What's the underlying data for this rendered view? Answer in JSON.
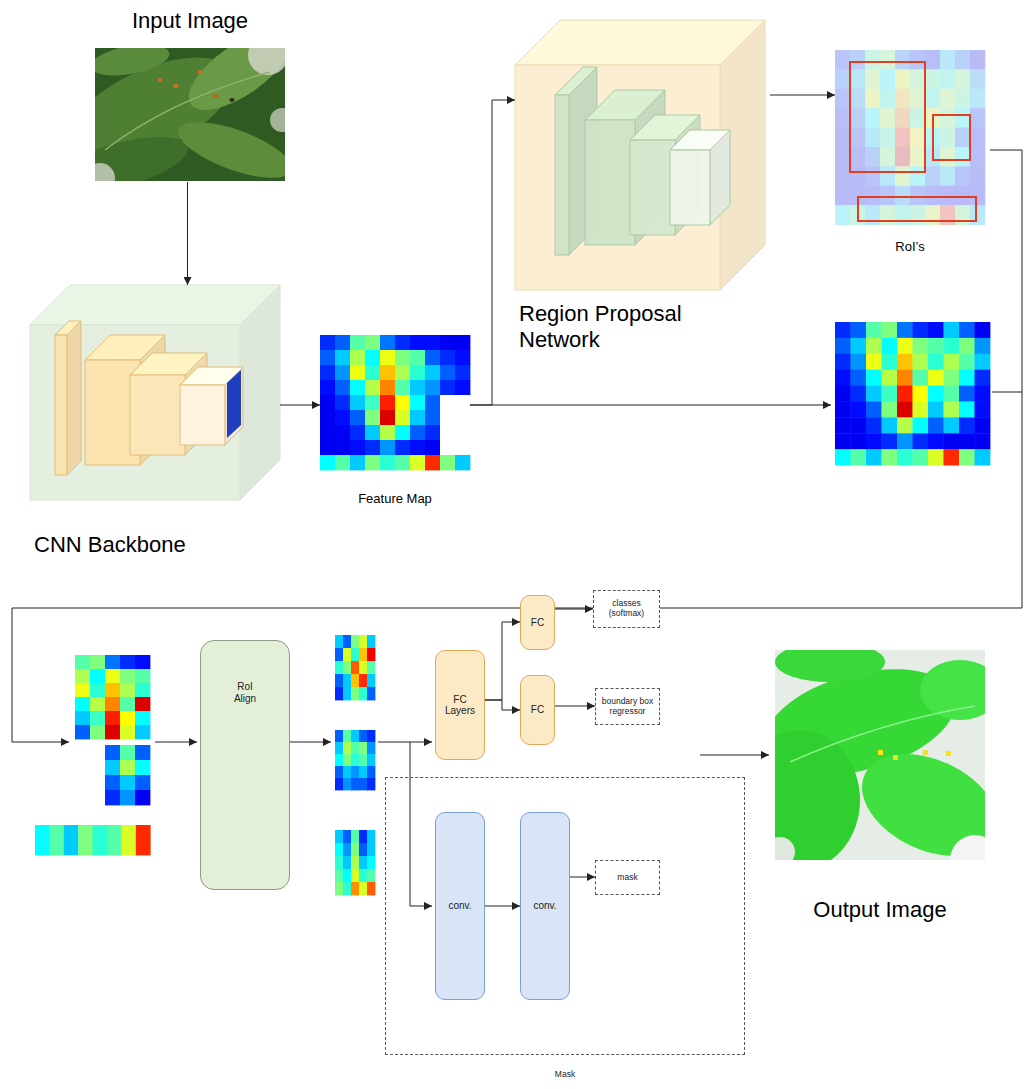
{
  "diagram": {
    "nodes": [
      {
        "text": [
          "Input Image"
        ]
      },
      {
        "text": [
          "CNN Backbone"
        ]
      },
      {
        "text": [
          "Feature Map"
        ]
      },
      {
        "text": [
          "Region Proposal Network"
        ]
      },
      {
        "text": [
          "RoI’s"
        ]
      },
      {
        "text": [
          "RoI Align"
        ]
      },
      {
        "text": [
          "FC Layers"
        ]
      },
      {
        "text": [
          "FC"
        ]
      },
      {
        "text": [
          "FC"
        ]
      },
      {
        "text": [
          "classes (softmax)"
        ]
      },
      {
        "text": [
          "boundary box regressor"
        ]
      },
      {
        "text": [
          "Mask"
        ]
      },
      {
        "text": [
          "conv."
        ],
        "in": 11
      },
      {
        "text": [
          "conv."
        ],
        "in": 11
      },
      {
        "text": [
          "mask"
        ],
        "in": 11
      },
      {
        "text": [
          "Output Image"
        ]
      }
    ],
    "edges": [
      {
        "from": 0,
        "to": 1,
        "arrow": "to"
      },
      {
        "from": 1,
        "to": 2,
        "arrow": "to"
      },
      {
        "from": 2,
        "to": 3,
        "arrow": "to"
      },
      {
        "from": 3,
        "to": 4,
        "arrow": "to"
      },
      {
        "from": 6,
        "to": 7,
        "arrow": "to"
      },
      {
        "from": 6,
        "to": 8,
        "arrow": "to"
      },
      {
        "from": 7,
        "to": 9,
        "arrow": "to"
      },
      {
        "from": 8,
        "to": 10,
        "arrow": "to"
      },
      {
        "from": 12,
        "to": 13,
        "arrow": "to"
      },
      {
        "from": 13,
        "to": 14,
        "arrow": "to"
      }
    ]
  }
}
